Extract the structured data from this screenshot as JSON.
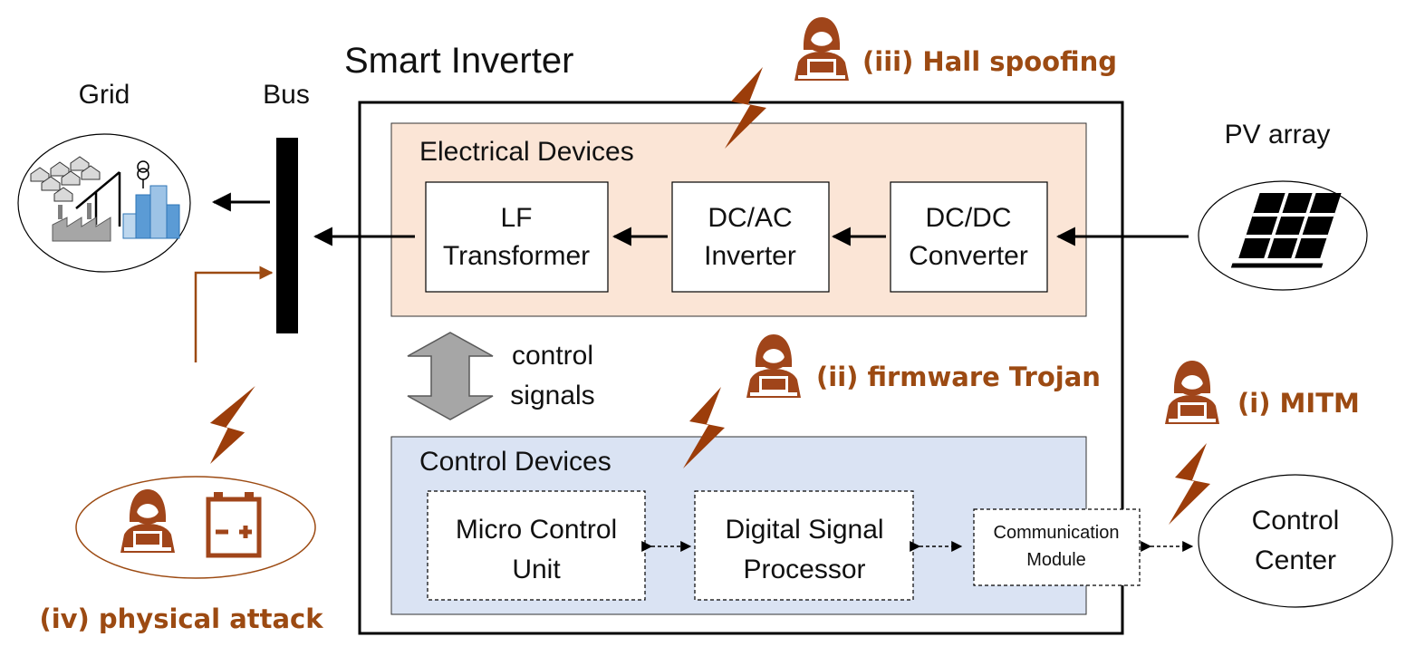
{
  "title": "Smart Inverter",
  "grid_label": "Grid",
  "bus_label": "Bus",
  "pv_label": "PV array",
  "electrical": {
    "title": "Electrical Devices",
    "transformer": [
      "LF",
      "Transformer"
    ],
    "inverter": [
      "DC/AC",
      "Inverter"
    ],
    "converter": [
      "DC/DC",
      "Converter"
    ]
  },
  "signals": [
    "control",
    "signals"
  ],
  "control": {
    "title": "Control Devices",
    "mcu": [
      "Micro Control",
      "Unit"
    ],
    "dsp": [
      "Digital Signal",
      "Processor"
    ],
    "comm": [
      "Communication",
      "Module"
    ]
  },
  "control_center": [
    "Control",
    "Center"
  ],
  "attacks": {
    "mitm": "(i) MITM",
    "firmware": "(ii) firmware Trojan",
    "hall": "(iii) Hall spoofing",
    "physical": "(iv) physical attack"
  },
  "colors": {
    "attack": "#9c4a12",
    "electrical_fill": "#fbe5d6",
    "control_fill": "#dae3f3",
    "hacker": "#a0451a"
  }
}
